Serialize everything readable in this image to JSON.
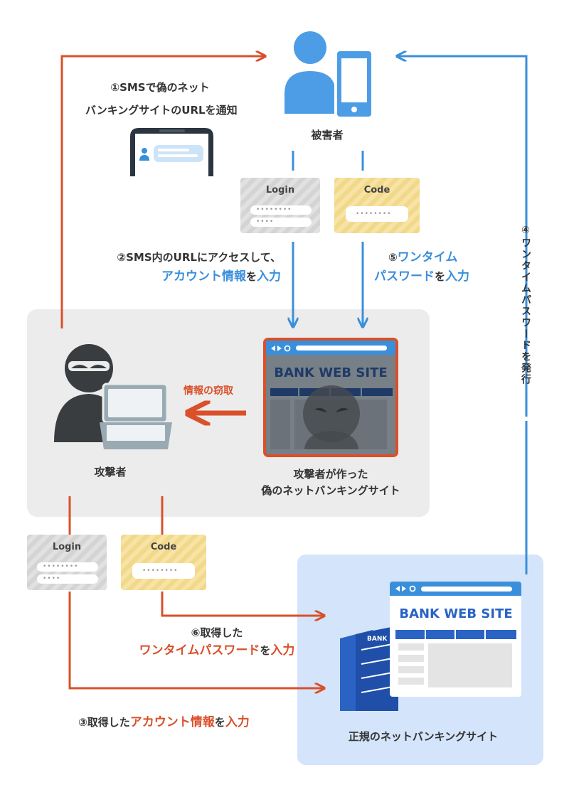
{
  "victim": {
    "label": "被害者"
  },
  "step1": {
    "line1": "①SMSで偽のネット",
    "line2": "バンキングサイトのURLを通知"
  },
  "step2": {
    "line1": "②SMS内のURLにアクセスして、",
    "line2_a": "アカウント情報",
    "line2_b": "を",
    "line2_c": "入力"
  },
  "step3": {
    "prefix": "③取得した",
    "highlight": "アカウント情報",
    "mid": "を",
    "end": "入力"
  },
  "step4": {
    "text": "④ワンタイムパスワードを発行"
  },
  "step5": {
    "prefix": "⑤",
    "line1": "ワンタイム",
    "line2_a": "パスワード",
    "line2_b": "を",
    "line2_c": "入力"
  },
  "step6": {
    "line1": "⑥取得した",
    "line2_a": "ワンタイムパスワード",
    "line2_b": "を",
    "line2_c": "入力"
  },
  "theft": {
    "label": "情報の窃取"
  },
  "attacker": {
    "label": "攻撃者"
  },
  "fake_site": {
    "title": "BANK WEB SITE",
    "line1": "攻撃者が作った",
    "line2": "偽のネットバンキングサイト"
  },
  "real_site": {
    "title": "BANK WEB SITE",
    "building": "BANK",
    "label": "正規のネットバンキングサイト"
  },
  "cards": {
    "login_title": "Login",
    "code_title": "Code",
    "login_dots1": "••••••••",
    "login_dots2": "••••",
    "code_dots": "••••••••"
  },
  "colors": {
    "blue": "#3a8fdb",
    "red": "#d9502a",
    "navy": "#1f3a66",
    "attacker_dark": "#3a3d40"
  }
}
